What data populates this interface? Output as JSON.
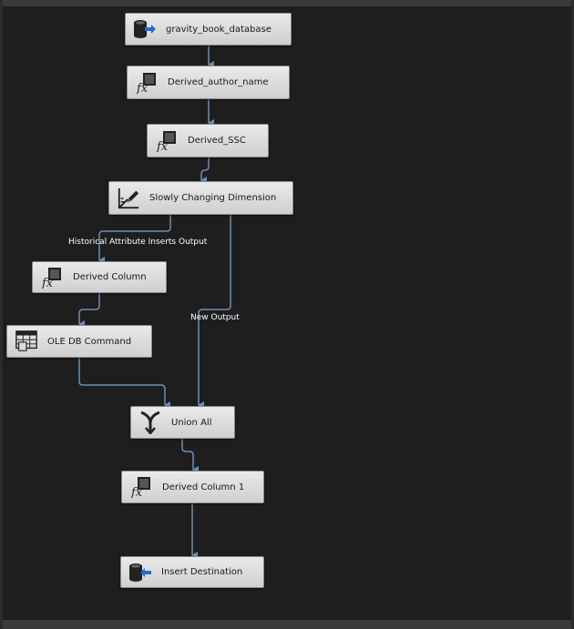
{
  "nodes": [
    {
      "id": "n1",
      "label": "gravity_book_database",
      "icon": "database-source-icon"
    },
    {
      "id": "n2",
      "label": "Derived_author_name",
      "icon": "fx-derived-icon"
    },
    {
      "id": "n3",
      "label": "Derived_SSC",
      "icon": "fx-derived-icon"
    },
    {
      "id": "n4",
      "label": "Slowly Changing Dimension",
      "icon": "scd-icon"
    },
    {
      "id": "n5",
      "label": "Derived Column",
      "icon": "fx-derived-icon"
    },
    {
      "id": "n6",
      "label": "OLE DB Command",
      "icon": "table-command-icon"
    },
    {
      "id": "n7",
      "label": "Union All",
      "icon": "union-icon"
    },
    {
      "id": "n8",
      "label": "Derived Column 1",
      "icon": "fx-derived-icon"
    },
    {
      "id": "n9",
      "label": "Insert Destination",
      "icon": "database-destination-icon"
    }
  ],
  "edges": [
    {
      "from": "n1",
      "to": "n2"
    },
    {
      "from": "n2",
      "to": "n3"
    },
    {
      "from": "n3",
      "to": "n4"
    },
    {
      "from": "n4",
      "to": "n5",
      "label": "Historical Attribute Inserts Output"
    },
    {
      "from": "n4",
      "to": "n7",
      "label": "New Output"
    },
    {
      "from": "n5",
      "to": "n6"
    },
    {
      "from": "n6",
      "to": "n7"
    },
    {
      "from": "n7",
      "to": "n8"
    },
    {
      "from": "n8",
      "to": "n9"
    }
  ],
  "colors": {
    "background": "#1e1e1e",
    "connector": "#6f8db3",
    "node_fill": "#dcdcdc",
    "label_text": "#ffffff"
  }
}
